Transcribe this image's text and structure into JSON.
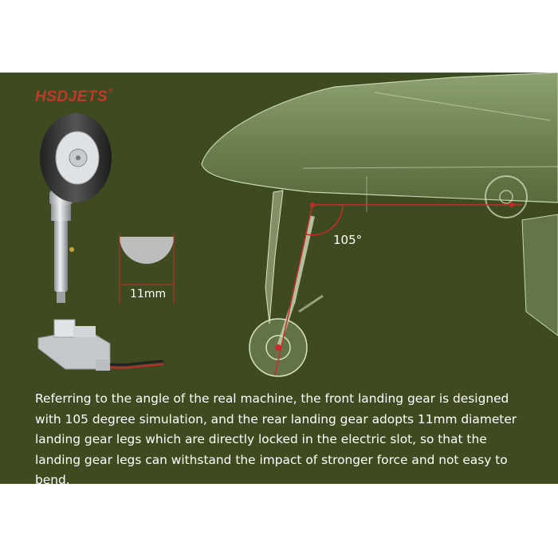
{
  "brand": {
    "logo_text": "HSDJETS",
    "trademark": "®"
  },
  "diagram": {
    "diameter_label": "11mm",
    "angle_label": "105°"
  },
  "description": "Referring to the angle of the real machine, the front landing gear is designed with 105 degree simulation, and the rear landing gear adopts 11mm diameter landing gear legs which are directly locked in the electric slot, so that the landing gear legs can withstand the impact of stronger force and not easy to bend.",
  "colors": {
    "background": "#3e4a1f",
    "logo": "#c0392b",
    "highlight_red": "#cc2a2a",
    "text": "#ffffff"
  }
}
